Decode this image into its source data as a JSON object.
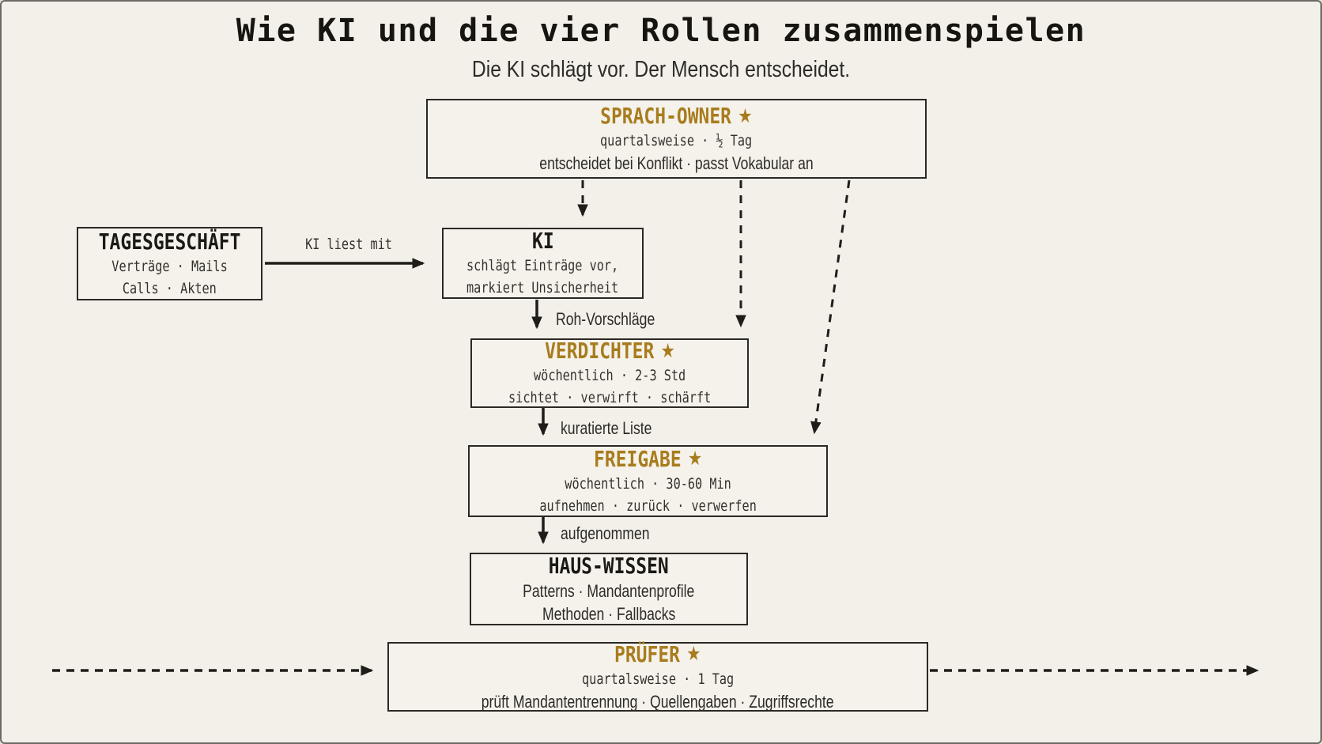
{
  "title": "Wie KI und die vier Rollen zusammenspielen",
  "subtitle": "Die KI schlägt vor. Der Mensch entscheidet.",
  "colors": {
    "background": "#f3f0e9",
    "box_fill": "#f5f2eb",
    "box_border": "#2b2925",
    "text": "#22201c",
    "accent_gold": "#a87c1e"
  },
  "icons": {
    "star": "★"
  },
  "nodes": {
    "sprach_owner": {
      "title": "SPRACH-OWNER",
      "starred": true,
      "line1": "quartalsweise · ½ Tag",
      "line2": "entscheidet bei Konflikt · passt Vokabular an"
    },
    "tagesgeschaeft": {
      "title": "TAGESGESCHÄFT",
      "starred": false,
      "line1": "Verträge · Mails",
      "line2": "Calls · Akten"
    },
    "ki": {
      "title": "KI",
      "starred": false,
      "line1": "schlägt Einträge vor,",
      "line2": "markiert Unsicherheit"
    },
    "verdichter": {
      "title": "VERDICHTER",
      "starred": true,
      "line1": "wöchentlich · 2-3 Std",
      "line2": "sichtet · verwirft · schärft"
    },
    "freigabe": {
      "title": "FREIGABE",
      "starred": true,
      "line1": "wöchentlich · 30-60 Min",
      "line2": "aufnehmen · zurück · verwerfen"
    },
    "haus_wissen": {
      "title": "HAUS-WISSEN",
      "starred": false,
      "line1": "Patterns · Mandantenprofile",
      "line2": "Methoden · Fallbacks"
    },
    "pruefer": {
      "title": "PRÜFER",
      "starred": true,
      "line1": "quartalsweise · 1 Tag",
      "line2": "prüft Mandantentrennung · Quellengaben · Zugriffsrechte"
    }
  },
  "edge_labels": {
    "ki_liest_mit": "KI liest mit",
    "roh_vorschlaege": "Roh-Vorschläge",
    "kuratierte_liste": "kuratierte Liste",
    "aufgenommen": "aufgenommen"
  }
}
